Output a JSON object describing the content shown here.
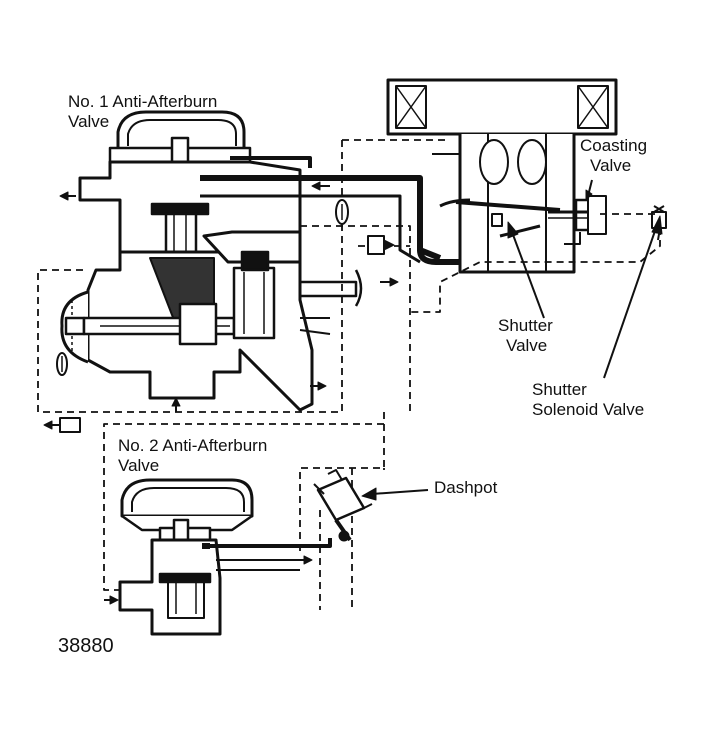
{
  "labels": {
    "valve1": {
      "line1": "No. 1 Anti-Afterburn",
      "line2": "Valve"
    },
    "valve2": {
      "line1": "No. 2 Anti-Afterburn",
      "line2": "Valve"
    },
    "coasting": {
      "line1": "Coasting",
      "line2": "Valve"
    },
    "shutter": {
      "line1": "Shutter",
      "line2": "Valve"
    },
    "solenoid": {
      "line1": "Shutter",
      "line2": "Solenoid Valve"
    },
    "dashpot": "Dashpot",
    "figure_id": "38880"
  },
  "colors": {
    "ink": "#111111",
    "paper": "#ffffff"
  }
}
